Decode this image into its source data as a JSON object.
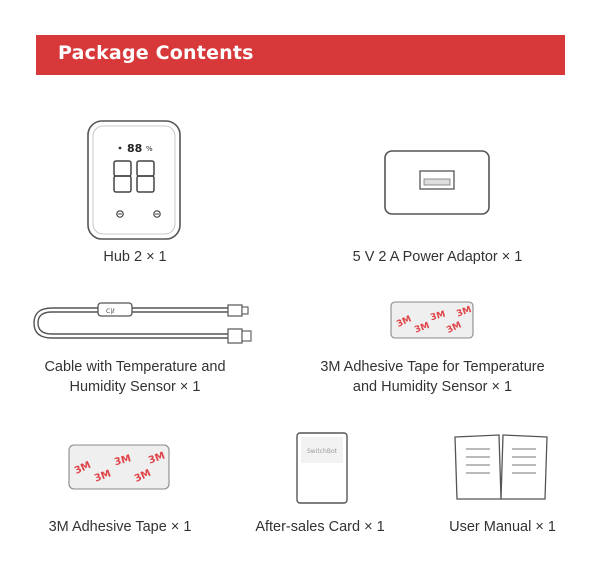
{
  "header": {
    "title": "Package Contents"
  },
  "colors": {
    "accent": "#d7393b",
    "line": "#555555",
    "tape_red": "#e0454a",
    "tape_bg": "#efefef"
  },
  "items": [
    {
      "label": "Hub 2 × 1",
      "icon": "hub-device-icon"
    },
    {
      "label": "5 V 2 A Power Adaptor × 1",
      "icon": "power-adaptor-icon"
    },
    {
      "label_line1": "Cable with Temperature and",
      "label_line2": "Humidity Sensor × 1",
      "icon": "sensor-cable-icon"
    },
    {
      "label_line1": "3M Adhesive Tape for Temperature",
      "label_line2": "and Humidity Sensor × 1",
      "icon": "small-adhesive-tape-icon"
    },
    {
      "label": "3M Adhesive Tape × 1",
      "icon": "adhesive-tape-icon"
    },
    {
      "label": "After-sales Card × 1",
      "icon": "after-sales-card-icon",
      "card_text": "SwitchBot"
    },
    {
      "label": "User Manual × 1",
      "icon": "user-manual-icon"
    }
  ],
  "hub_display": {
    "small_digits": "88",
    "big_digits": "88",
    "unit": "%"
  },
  "tape_mark": "3M"
}
